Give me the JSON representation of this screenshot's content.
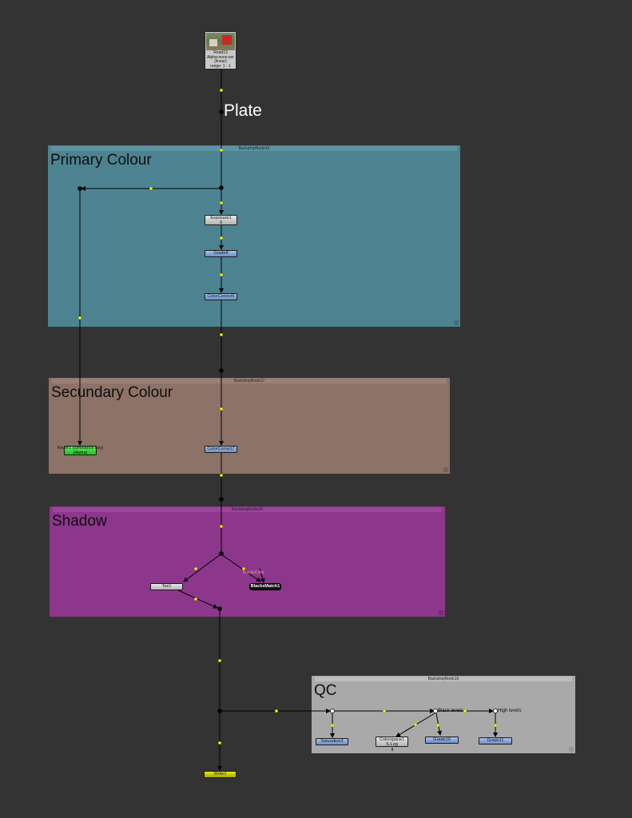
{
  "plate_label": "Plate",
  "read_node": {
    "line1": "Read13",
    "line2": "Alpha-none.exr",
    "line3": "(linear)",
    "line4": "range: 1 - 1"
  },
  "backdrops": {
    "primary": {
      "name": "BackdropNode16",
      "title": "Primary Colour",
      "color": "#4d8391"
    },
    "secondary": {
      "name": "BackdropNode17",
      "title": "Secundary Colour",
      "color": "#8d7268"
    },
    "shadow": {
      "name": "BackdropNode18",
      "title": "Shadow",
      "color": "#8c378b"
    },
    "qc": {
      "name": "BackdropNode19",
      "title": "QC",
      "color": "#a9a9a9"
    }
  },
  "nodes": {
    "exposure": "Exposure1",
    "exposure_sub": "0",
    "grade8": "Grade8",
    "colorcorrect6": "ColorCorrect6",
    "keyer": "Keyer1 (luminance key)",
    "keyer_sub": "(Alpha)",
    "colorcorrect7": "ColorCorrect7",
    "toe": "Toe1",
    "blacksmatch": "BlacksMatch1",
    "blackscolor": "BlacksColor",
    "saturation": "Saturation3",
    "colorspace": "Colorspace1",
    "colorspace_sub": "S-Log",
    "grade10": "Grade10",
    "grade11": "Grade11",
    "write": "Write1"
  },
  "dots": {
    "black_levels": "Black levels",
    "high_levels": "High levels"
  },
  "colors": {
    "canvas": "#333333",
    "pipe": "#000000",
    "pipe_dot": "#ffff00"
  }
}
